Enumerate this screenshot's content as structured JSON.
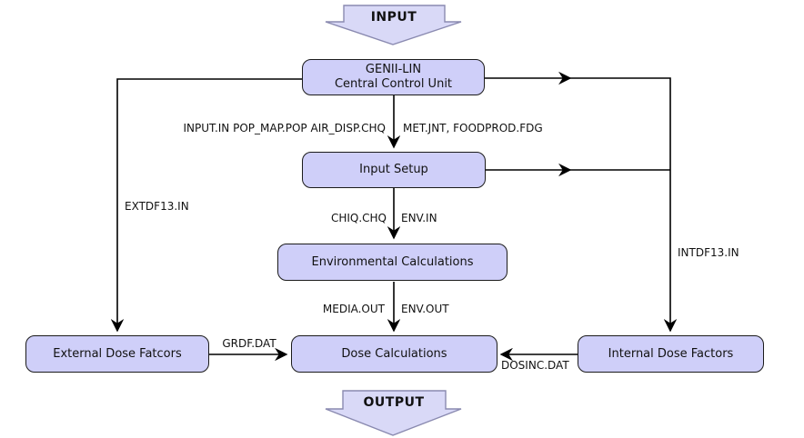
{
  "diagram": {
    "banners": {
      "input": "INPUT",
      "output": "OUTPUT"
    },
    "nodes": {
      "genii": {
        "line1": "GENII-LIN",
        "line2": "Central Control Unit"
      },
      "input_setup": {
        "label": "Input Setup"
      },
      "env_calc": {
        "label": "Environmental Calculations"
      },
      "dose_calc": {
        "label": "Dose Calculations"
      },
      "ext_dose": {
        "label": "External Dose Fatcors"
      },
      "int_dose": {
        "label": "Internal Dose Factors"
      }
    },
    "edge_labels": {
      "genii_to_setup_left": "INPUT.IN POP_MAP.POP AIR_DISP.CHQ",
      "genii_to_setup_right": "MET.JNT, FOODPROD.FDG",
      "setup_to_env_left": "CHIQ.CHQ",
      "setup_to_env_right": "ENV.IN",
      "env_to_dose_left": "MEDIA.OUT",
      "env_to_dose_right": "ENV.OUT",
      "left_branch": "EXTDF13.IN",
      "right_branch": "INTDF13.IN",
      "ext_to_dose": "GRDF.DAT",
      "int_to_dose": "DOSINC.DAT"
    },
    "colors": {
      "node_fill": "#cfcff9",
      "node_border": "#1b1b1b",
      "banner_fill": "#d9d9f7",
      "banner_border": "#8a8ab0",
      "line": "#000000",
      "text": "#111111",
      "background": "#ffffff"
    }
  }
}
